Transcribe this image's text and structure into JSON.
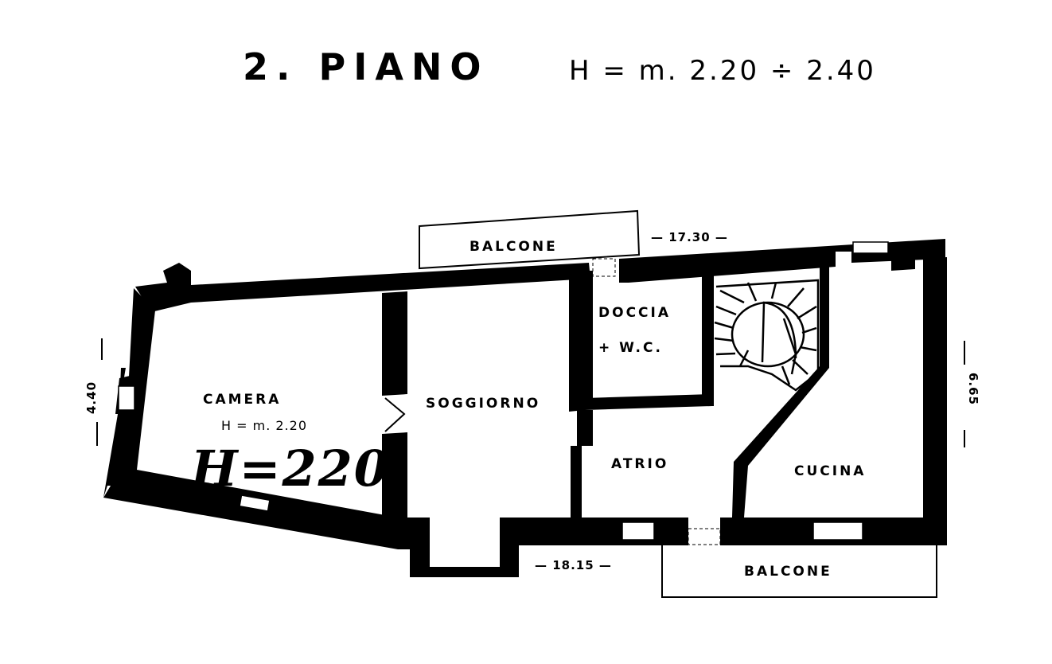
{
  "header": {
    "title": "2. PIANO",
    "height": "H = m. 2.20 ÷ 2.40"
  },
  "rooms": {
    "camera": "CAMERA",
    "camera_height": "H = m. 2.20",
    "camera_big_height": "H=220",
    "soggiorno": "SOGGIORNO",
    "doccia": "DOCCIA",
    "wc": "+ W.C.",
    "atrio": "ATRIO",
    "cucina": "CUCINA",
    "balcone_top": "BALCONE",
    "balcone_bottom": "BALCONE"
  },
  "dimensions": {
    "top": "— 17.30 —",
    "bottom": "— 18.15 —",
    "left": "4.40",
    "right": "6.65"
  }
}
